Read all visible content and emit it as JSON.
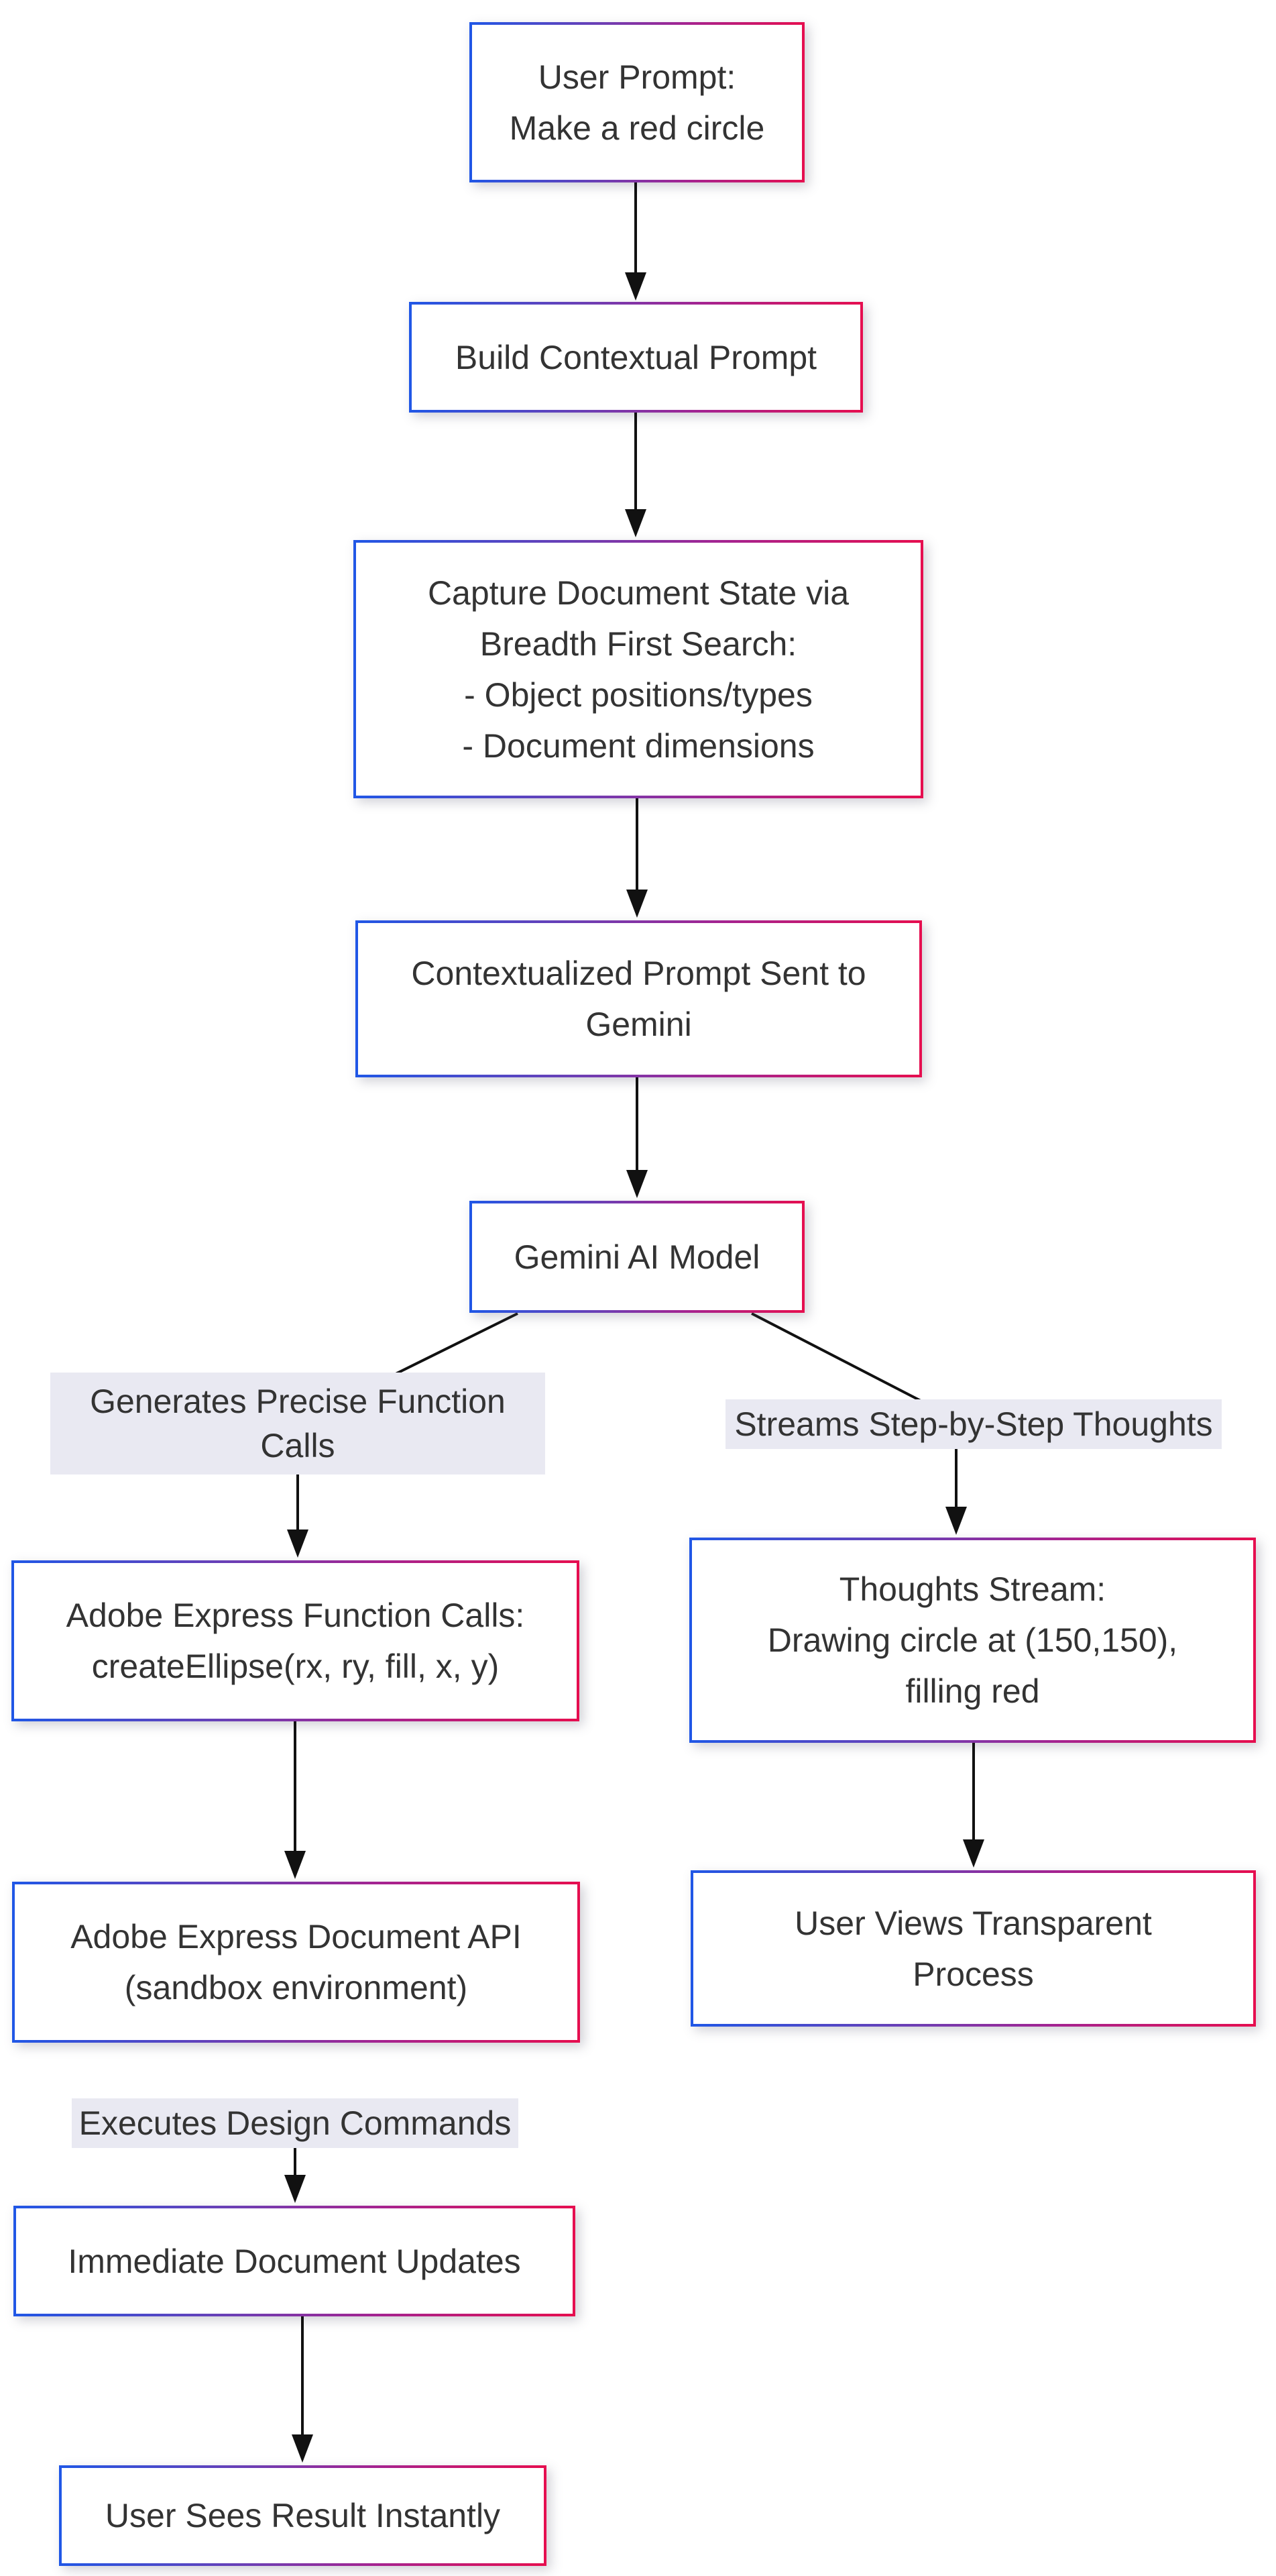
{
  "diagram_type": "flowchart-top-down",
  "nodes": {
    "user_prompt": {
      "text": "User Prompt:\nMake a red circle"
    },
    "build_prompt": {
      "text": "Build Contextual Prompt"
    },
    "capture_state": {
      "text": "Capture Document State via\nBreadth First Search:\n- Object positions/types\n- Document dimensions"
    },
    "contextualized_prompt": {
      "text": "Contextualized Prompt Sent to\nGemini"
    },
    "gemini_model": {
      "text": "Gemini AI Model"
    },
    "express_function_calls": {
      "text": "Adobe Express Function Calls:\ncreateEllipse(rx, ry, fill, x, y)"
    },
    "document_api": {
      "text": "Adobe Express Document API\n(sandbox environment)"
    },
    "immediate_updates": {
      "text": "Immediate Document Updates"
    },
    "user_sees_result": {
      "text": "User Sees Result Instantly"
    },
    "thoughts_stream": {
      "text": "Thoughts Stream:\nDrawing circle at (150,150),\nfilling red"
    },
    "user_views_process": {
      "text": "User Views Transparent\nProcess"
    }
  },
  "edge_labels": {
    "generates": {
      "text": "Generates Precise Function\nCalls"
    },
    "streams": {
      "text": "Streams Step-by-Step Thoughts"
    },
    "executes": {
      "text": "Executes Design Commands"
    }
  },
  "edges": [
    {
      "from": "user_prompt",
      "to": "build_prompt",
      "label": ""
    },
    {
      "from": "build_prompt",
      "to": "capture_state",
      "label": ""
    },
    {
      "from": "capture_state",
      "to": "contextualized_prompt",
      "label": ""
    },
    {
      "from": "contextualized_prompt",
      "to": "gemini_model",
      "label": ""
    },
    {
      "from": "gemini_model",
      "to": "express_function_calls",
      "label": "Generates Precise Function Calls"
    },
    {
      "from": "express_function_calls",
      "to": "document_api",
      "label": ""
    },
    {
      "from": "document_api",
      "to": "immediate_updates",
      "label": "Executes Design Commands"
    },
    {
      "from": "immediate_updates",
      "to": "user_sees_result",
      "label": ""
    },
    {
      "from": "gemini_model",
      "to": "thoughts_stream",
      "label": "Streams Step-by-Step Thoughts"
    },
    {
      "from": "thoughts_stream",
      "to": "user_views_process",
      "label": ""
    }
  ],
  "colors": {
    "background": "#ffffff",
    "node_fill": "#ffffff",
    "node_border_gradient_start": "#2057e6",
    "node_border_gradient_mid": "#a52390",
    "node_border_gradient_end": "#e60e4f",
    "edge_label_bg": "#e9e9f2",
    "text": "#333333",
    "line": "#111111"
  }
}
